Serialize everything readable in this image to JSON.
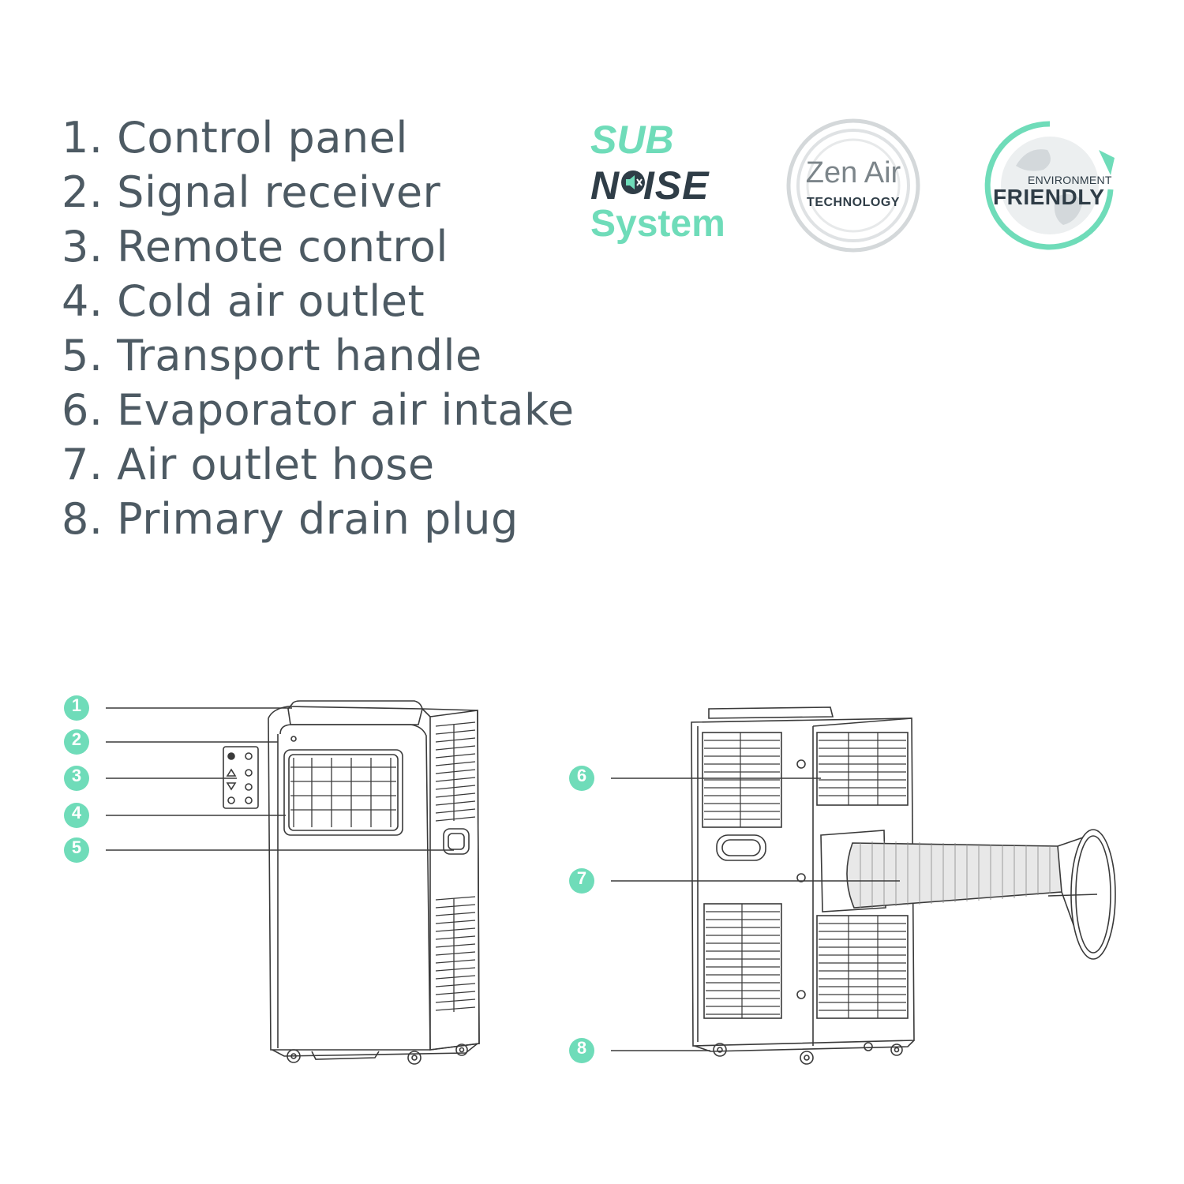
{
  "parts": [
    "1. Control panel",
    "2. Signal receiver",
    "3. Remote control",
    "4. Cold air outlet",
    "5. Transport handle",
    "6. Evaporator air intake",
    "7. Air outlet hose",
    "8. Primary drain plug"
  ],
  "badges": {
    "sub_noise": {
      "line1": "SUB",
      "line2": "N  ISE",
      "line3": "System"
    },
    "zen_air": {
      "title": "Zen Air",
      "subtitle": "TECHNOLOGY"
    },
    "environment": {
      "top": "ENVIRONMENT",
      "main": "FRIENDLY"
    }
  },
  "callouts": {
    "front": [
      "1",
      "2",
      "3",
      "4",
      "5"
    ],
    "back": [
      "6",
      "7",
      "8"
    ]
  },
  "colors": {
    "accent": "#6fdcb9",
    "text": "#4d5a63",
    "dark": "#2f3d47",
    "line": "#3a3a3a"
  }
}
